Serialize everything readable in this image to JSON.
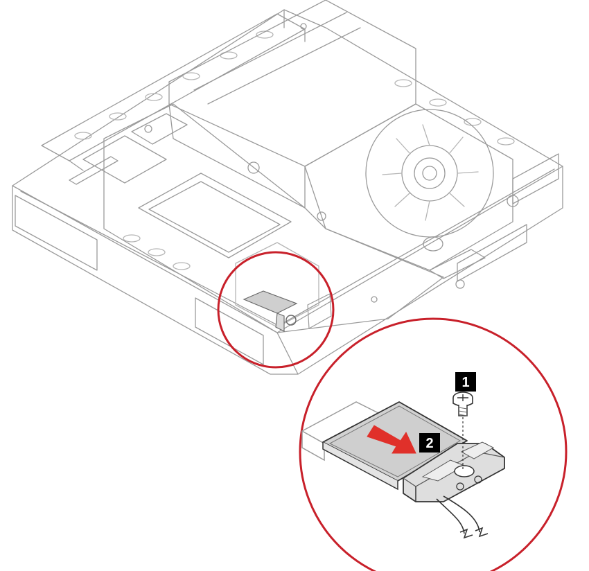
{
  "figure": {
    "steps": [
      {
        "number": "1",
        "action": "remove-screw"
      },
      {
        "number": "2",
        "action": "slide-card-out"
      }
    ],
    "colors": {
      "outline": "#9a9a9a",
      "detail_line": "#b5b5b5",
      "callout_ring": "#c8202a",
      "arrow": "#e0302a",
      "card_fill": "#cfcfcf",
      "badge_fill": "#000000",
      "badge_text": "#ffffff"
    },
    "icons": [
      "screw-icon",
      "wifi-card",
      "antenna-cables",
      "removal-arrow",
      "magnifier-callout"
    ]
  }
}
